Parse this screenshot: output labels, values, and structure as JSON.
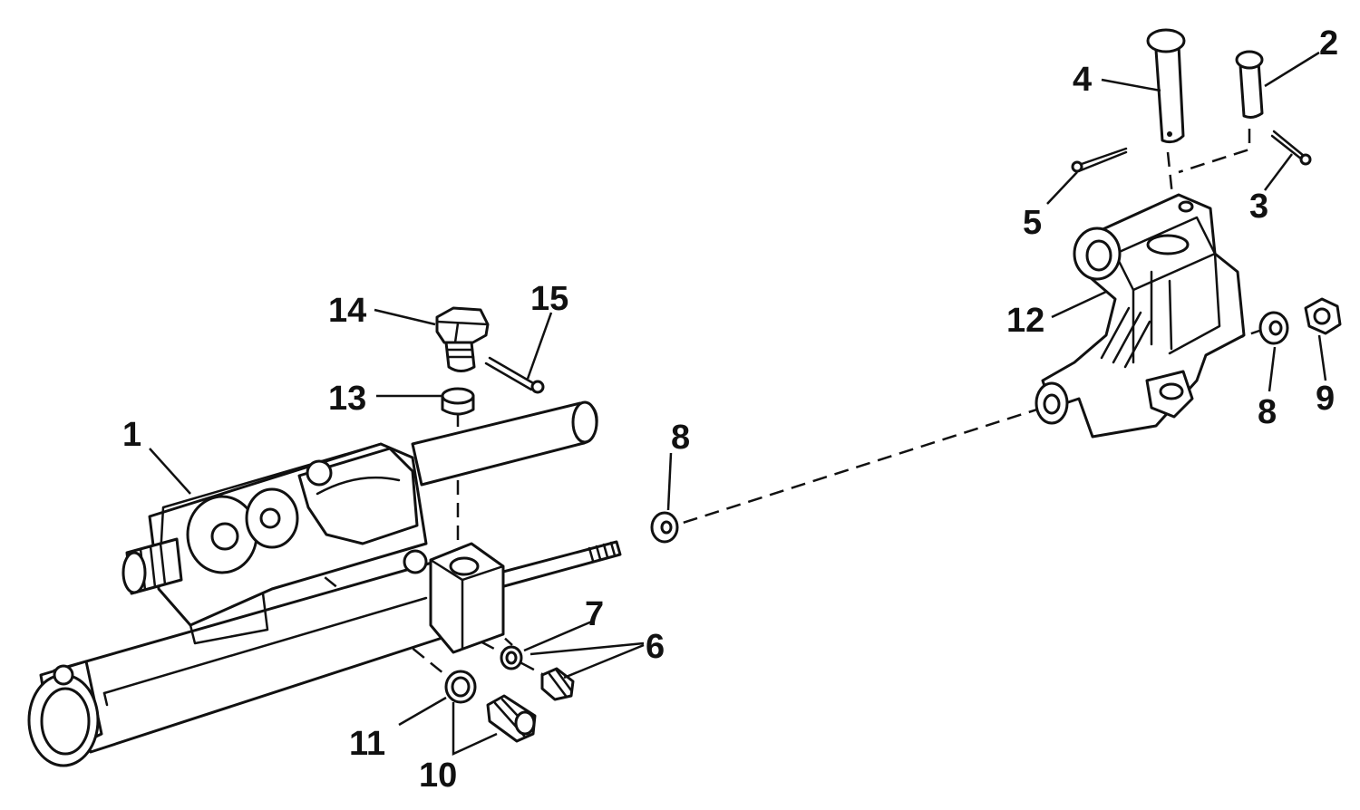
{
  "callouts": [
    {
      "id": "c1",
      "label": "1"
    },
    {
      "id": "c2",
      "label": "2"
    },
    {
      "id": "c3",
      "label": "3"
    },
    {
      "id": "c4",
      "label": "4"
    },
    {
      "id": "c5",
      "label": "5"
    },
    {
      "id": "c6",
      "label": "6"
    },
    {
      "id": "c7",
      "label": "7"
    },
    {
      "id": "c8a",
      "label": "8"
    },
    {
      "id": "c8b",
      "label": "8"
    },
    {
      "id": "c9",
      "label": "9"
    },
    {
      "id": "c10",
      "label": "10"
    },
    {
      "id": "c11",
      "label": "11"
    },
    {
      "id": "c12",
      "label": "12"
    },
    {
      "id": "c13",
      "label": "13"
    },
    {
      "id": "c14",
      "label": "14"
    },
    {
      "id": "c15",
      "label": "15"
    }
  ],
  "colors": {
    "ink": "#111111",
    "background": "#ffffff"
  }
}
